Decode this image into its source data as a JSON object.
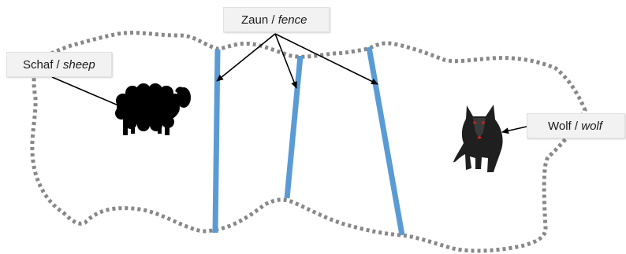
{
  "labels": {
    "sheep": {
      "de": "Schaf",
      "sep": " / ",
      "en": "sheep"
    },
    "fence": {
      "de": "Zaun",
      "sep": " / ",
      "en": "fence"
    },
    "wolf": {
      "de": "Wolf",
      "sep": " / ",
      "en": "wolf"
    }
  },
  "colors": {
    "fence": "#5b9bd5",
    "boundary": "#888888",
    "arrow": "#000000",
    "label_bg": "#f2f2f2",
    "wolf_eyes": "#cc2020"
  },
  "icons": [
    "sheep-icon",
    "wolf-icon"
  ]
}
